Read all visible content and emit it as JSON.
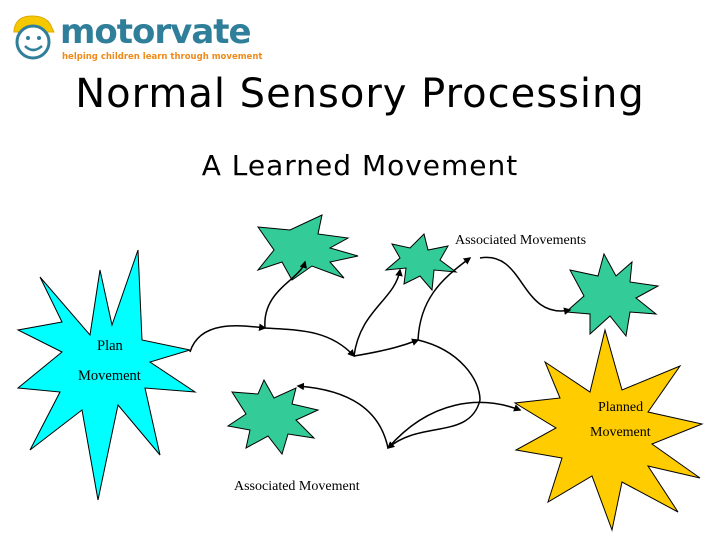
{
  "logo": {
    "name": "motorvate",
    "tagline": "helping children learn through movement"
  },
  "title": "Normal Sensory Processing",
  "subtitle": "A Learned Movement",
  "labels": {
    "associated_movements": "Associated Movements",
    "plan": "Plan",
    "movement": "Movement",
    "planned": "Planned",
    "planned_movement": "Movement",
    "associated_movement": "Associated Movement"
  },
  "colors": {
    "plan_star": "#00ffff",
    "planned_star": "#ffcc00",
    "associated_star": "#33cc99",
    "arrow": "#000000",
    "logo_blue": "#2f7e9a",
    "logo_orange": "#ef8a19"
  }
}
